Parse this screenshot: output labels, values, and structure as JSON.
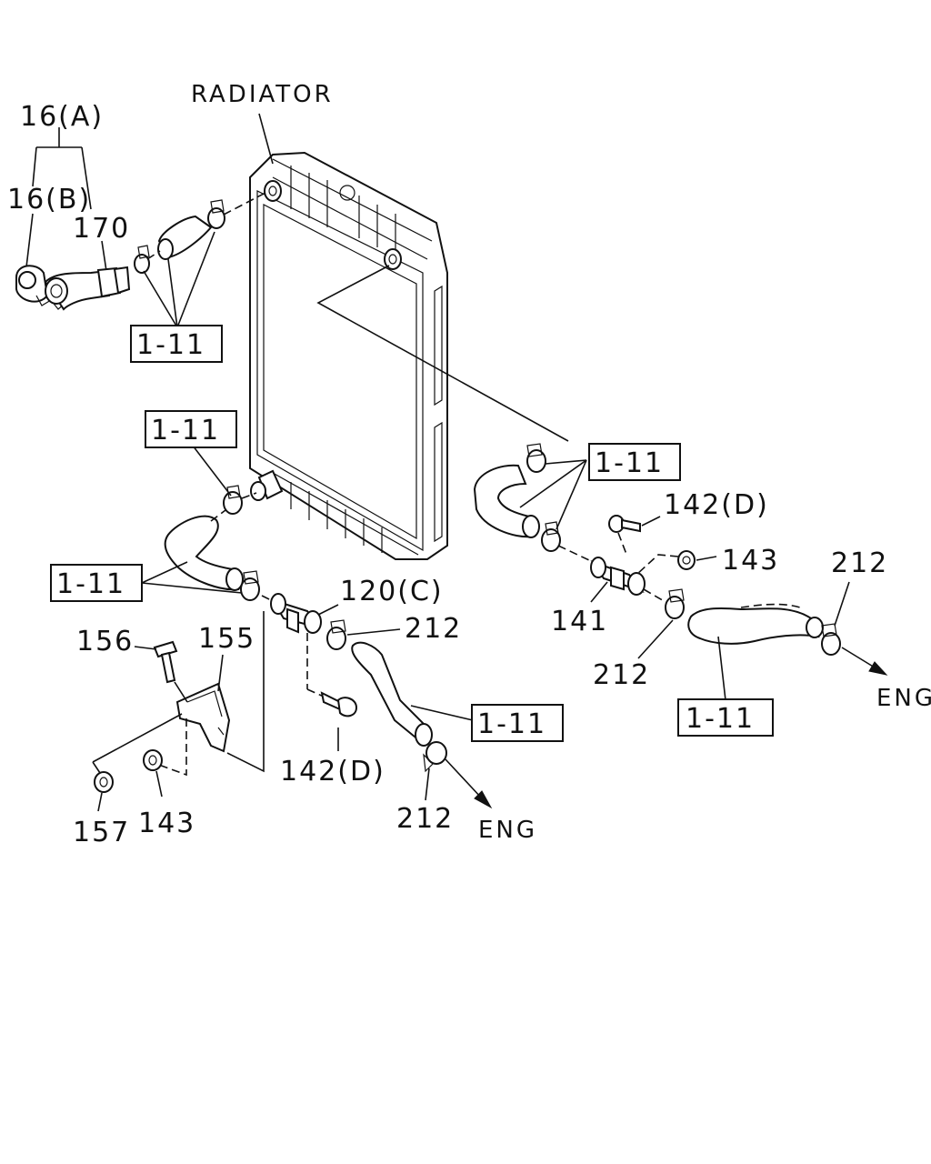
{
  "labels": {
    "radiator": "RADIATOR",
    "p16a": "16(A)",
    "p16b": "16(B)",
    "p170": "170",
    "p120c": "120(C)",
    "p212_a": "212",
    "p212_b": "212",
    "p212_c": "212",
    "p212_d": "212",
    "p142d_left": "142(D)",
    "p142d_right": "142(D)",
    "p143_left": "143",
    "p143_right": "143",
    "p141": "141",
    "p155": "155",
    "p156": "156",
    "p157": "157",
    "eng_left": "ENG",
    "eng_right": "ENG"
  },
  "refs": {
    "top_left": "1-11",
    "mid_left": "1-11",
    "low_left": "1-11",
    "center": "1-11",
    "right_top": "1-11",
    "right_bottom": "1-11"
  }
}
